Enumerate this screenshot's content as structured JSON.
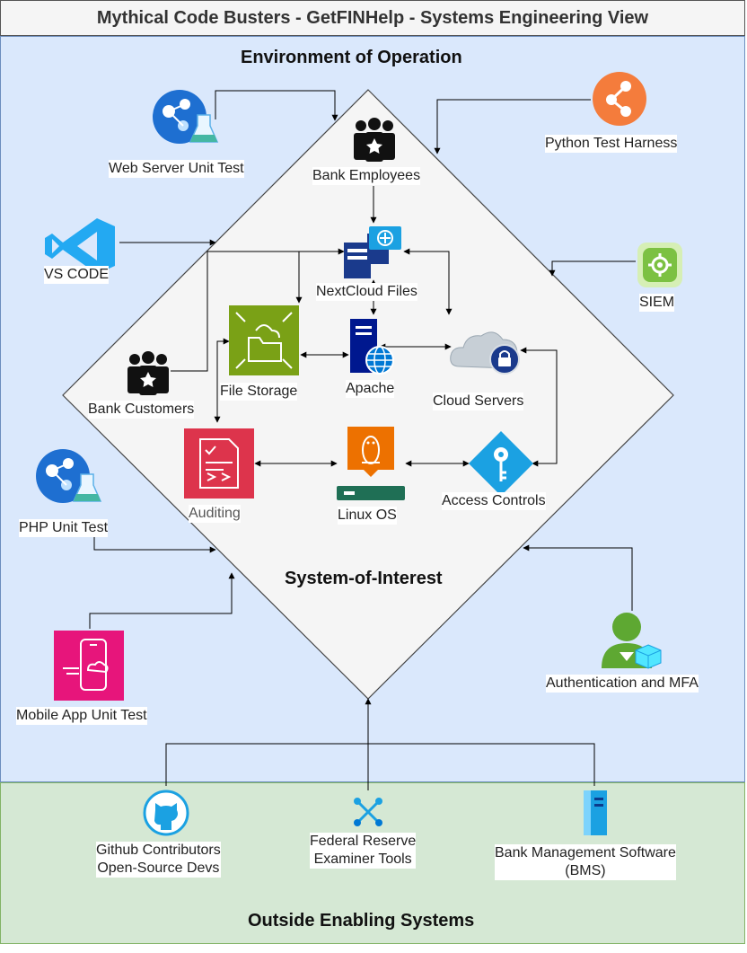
{
  "title": "Mythical Code Busters - GetFINHelp - Systems Engineering View",
  "sections": {
    "environment": "Environment of Operation",
    "system": "System-of-Interest",
    "outside": "Outside Enabling Systems"
  },
  "nodes": {
    "web_server_unit_test": "Web Server Unit Test",
    "bank_employees": "Bank Employees",
    "python_test_harness": "Python Test Harness",
    "vs_code": "VS CODE",
    "nextcloud_files": "NextCloud Files",
    "siem": "SIEM",
    "file_storage": "File Storage",
    "apache": "Apache",
    "cloud_servers": "Cloud Servers",
    "bank_customers": "Bank Customers",
    "auditing": "Auditing",
    "linux_os": "Linux OS",
    "access_controls": "Access Controls",
    "php_unit_test": "PHP Unit Test",
    "mobile_app_unit_test": "Mobile App Unit Test",
    "authentication_mfa": "Authentication and MFA",
    "github_line1": "Github Contributors",
    "github_line2": "Open-Source Devs",
    "fed_line1": "Federal Reserve",
    "fed_line2": "Examiner Tools",
    "bms_line1": "Bank Management Software",
    "bms_line2": "(BMS)"
  },
  "colors": {
    "environment_fill": "#dae8fc",
    "outside_fill": "#d5e8d4",
    "system_fill": "#f5f5f5",
    "aws_green": "#7aa116",
    "aws_red": "#dd344c",
    "aws_orange": "#ed7100",
    "aws_pink": "#e7157b",
    "azure_blue": "#0078d4",
    "navy": "#1a3a8c",
    "github_blue": "#1ba1e2"
  },
  "icons": {
    "web_server_unit_test": "web-test-flask-icon",
    "bank_employees": "people-group-icon",
    "python_test_harness": "share-nodes-icon",
    "vs_code": "vscode-icon",
    "nextcloud_files": "file-server-icon",
    "siem": "security-gear-icon",
    "file_storage": "folder-storage-icon",
    "apache": "server-globe-icon",
    "cloud_servers": "cloud-lock-icon",
    "bank_customers": "people-group-icon",
    "auditing": "audit-checklist-icon",
    "linux_os": "linux-penguin-icon",
    "access_controls": "key-diamond-icon",
    "php_unit_test": "web-test-flask-icon",
    "mobile_app_unit_test": "mobile-cloud-icon",
    "authentication_mfa": "user-cube-icon",
    "github": "github-icon",
    "fed_reserve": "tools-icon",
    "bms": "server-tower-icon"
  }
}
